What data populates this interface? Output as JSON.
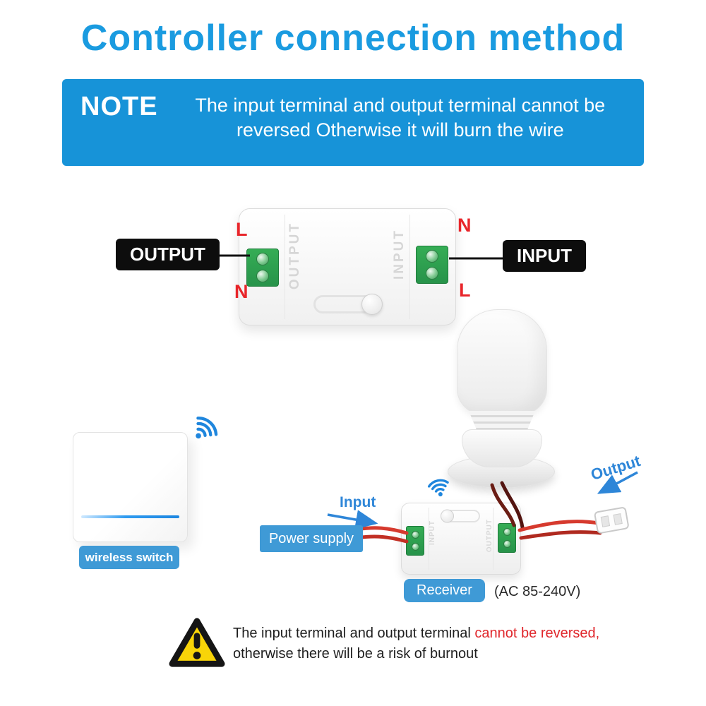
{
  "title": "Controller connection method",
  "note": {
    "label": "NOTE",
    "line1": "The input terminal and output terminal cannot be",
    "line2": "reversed Otherwise it will burn the wire"
  },
  "controller": {
    "output_tag": "OUTPUT",
    "input_tag": "INPUT",
    "body_output": "OUTPUT",
    "body_input": "INPUT",
    "left_top": "L",
    "left_bottom": "N",
    "right_top": "N",
    "right_bottom": "L"
  },
  "switch": {
    "label": "wireless switch"
  },
  "receiver": {
    "body_input": "INPUT",
    "body_output": "OUTPUT",
    "input_label": "Input",
    "output_label": "Output",
    "power_supply": "Power supply",
    "name": "Receiver",
    "voltage": "(AC 85-240V)"
  },
  "warning": {
    "part1": "The input terminal and output terminal ",
    "part2": "cannot be reversed,",
    "part3": "otherwise there will be a risk of burnout"
  },
  "icons": {
    "wifi": "wifi-icon",
    "warning": "warning-triangle-icon"
  },
  "colors": {
    "title_blue": "#1a9be0",
    "banner_blue": "#1793d8",
    "label_blue": "#3f9ad6",
    "arrow_blue": "#2e86d8",
    "terminal_red": "#e8252a",
    "warning_red": "#e0262b",
    "tag_black": "#0d0d0d",
    "warning_yellow": "#f8d408",
    "terminal_green": "#2fa84f"
  }
}
